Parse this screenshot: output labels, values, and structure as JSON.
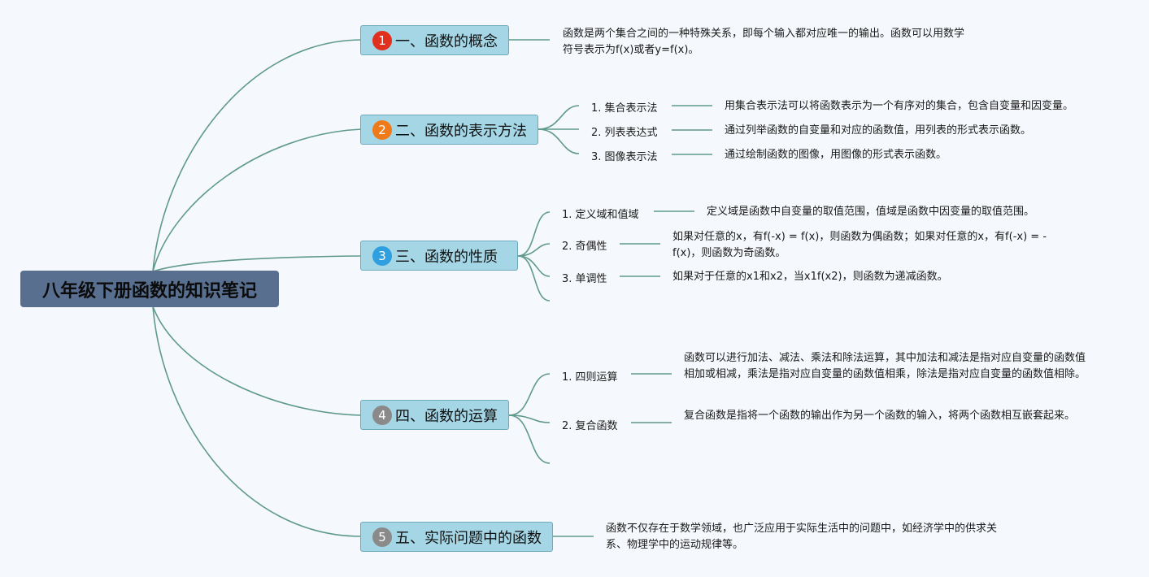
{
  "root": {
    "title": "八年级下册函数的知识笔记"
  },
  "topics": [
    {
      "number": "1",
      "badge_color": "#e0301e",
      "title": "一、函数的概念",
      "description": "函数是两个集合之间的一种特殊关系，即每个输入都对应唯一的输出。函数可以用数学符号表示为f(x)或者y=f(x)。"
    },
    {
      "number": "2",
      "badge_color": "#ef7a1a",
      "title": "二、函数的表示方法",
      "items": [
        {
          "label": "1. 集合表示法",
          "description": "用集合表示法可以将函数表示为一个有序对的集合，包含自变量和因变量。"
        },
        {
          "label": "2. 列表表达式",
          "description": "通过列举函数的自变量和对应的函数值，用列表的形式表示函数。"
        },
        {
          "label": "3. 图像表示法",
          "description": "通过绘制函数的图像，用图像的形式表示函数。"
        }
      ]
    },
    {
      "number": "3",
      "badge_color": "#2f9fe0",
      "title": "三、函数的性质",
      "items": [
        {
          "label": "1. 定义域和值域",
          "description": "定义域是函数中自变量的取值范围，值域是函数中因变量的取值范围。"
        },
        {
          "label": "2. 奇偶性",
          "description": "如果对任意的x，有f(-x) = f(x)，则函数为偶函数；如果对任意的x，有f(-x) = -f(x)，则函数为奇函数。"
        },
        {
          "label": "3. 单调性",
          "description": "如果对于任意的x1和x2，当x1f(x2)，则函数为递减函数。"
        }
      ]
    },
    {
      "number": "4",
      "badge_color": "#8a8a8a",
      "title": "四、函数的运算",
      "items": [
        {
          "label": "1. 四则运算",
          "description": "函数可以进行加法、减法、乘法和除法运算，其中加法和减法是指对应自变量的函数值相加或相减，乘法是指对应自变量的函数值相乘，除法是指对应自变量的函数值相除。"
        },
        {
          "label": "2. 复合函数",
          "description": "复合函数是指将一个函数的输出作为另一个函数的输入，将两个函数相互嵌套起来。"
        }
      ]
    },
    {
      "number": "5",
      "badge_color": "#8a8a8a",
      "title": "五、实际问题中的函数",
      "description": "函数不仅存在于数学领域，也广泛应用于实际生活中的问题中，如经济学中的供求关系、物理学中的运动规律等。"
    }
  ]
}
